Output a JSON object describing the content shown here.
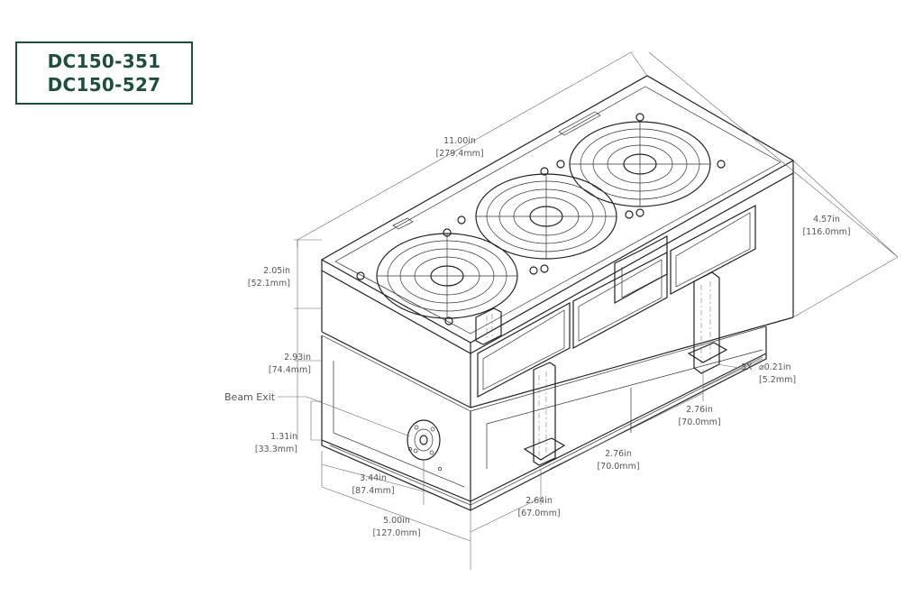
{
  "models": [
    "DC150-351",
    "DC150-527"
  ],
  "callout": {
    "beam_exit": "Beam Exit"
  },
  "dimensions": {
    "length": {
      "in": "11.00in",
      "mm": "[279.4mm]"
    },
    "width": {
      "in": "4.57in",
      "mm": "[116.0mm]"
    },
    "top_height": {
      "in": "2.05in",
      "mm": "[52.1mm]"
    },
    "mid_height": {
      "in": "2.93in",
      "mm": "[74.4mm]"
    },
    "beam_height": {
      "in": "1.31in",
      "mm": "[33.3mm]"
    },
    "beam_offset": {
      "in": "3.44in",
      "mm": "[87.4mm]"
    },
    "base_width": {
      "in": "5.00in",
      "mm": "[127.0mm]"
    },
    "foot_spacing_1": {
      "in": "2.76in",
      "mm": "[70.0mm]"
    },
    "foot_spacing_2": {
      "in": "2.76in",
      "mm": "[70.0mm]"
    },
    "foot_offset": {
      "in": "2.64in",
      "mm": "[67.0mm]"
    },
    "mount_hole": {
      "qty": "3X",
      "dia": "⌀0.21in",
      "mm": "[5.2mm]"
    }
  }
}
